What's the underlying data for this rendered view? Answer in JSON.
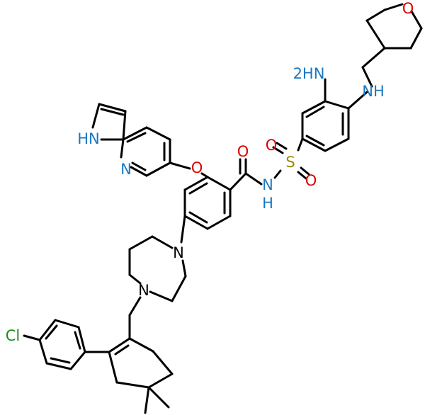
{
  "atoms": {
    "NH_amino": {
      "text": "2HN",
      "color": "#1a78c2"
    },
    "NH_linker": {
      "text": "NH",
      "color": "#1a78c2"
    },
    "O_ring": {
      "text": "O",
      "color": "#e00000"
    },
    "HN_pyrrole": {
      "text": "HN",
      "color": "#1a78c2"
    },
    "N_pyridine": {
      "text": "N",
      "color": "#1a78c2"
    },
    "O_ether": {
      "text": "O",
      "color": "#e00000"
    },
    "O_carbonyl": {
      "text": "O",
      "color": "#e00000"
    },
    "S": {
      "text": "S",
      "color": "#9b8a00"
    },
    "O_sulfonyl_top": {
      "text": "O",
      "color": "#e00000"
    },
    "O_sulfonyl_bottom": {
      "text": "O",
      "color": "#e00000"
    },
    "N_amide": {
      "text": "N",
      "color": "#1a78c2"
    },
    "H_amide": {
      "text": "H",
      "color": "#1a78c2"
    },
    "N_piperazine_top": {
      "text": "N",
      "color": "#000000"
    },
    "N_piperazine_bottom": {
      "text": "N",
      "color": "#000000"
    },
    "Cl": {
      "text": "Cl",
      "color": "#1a8f1a"
    }
  }
}
